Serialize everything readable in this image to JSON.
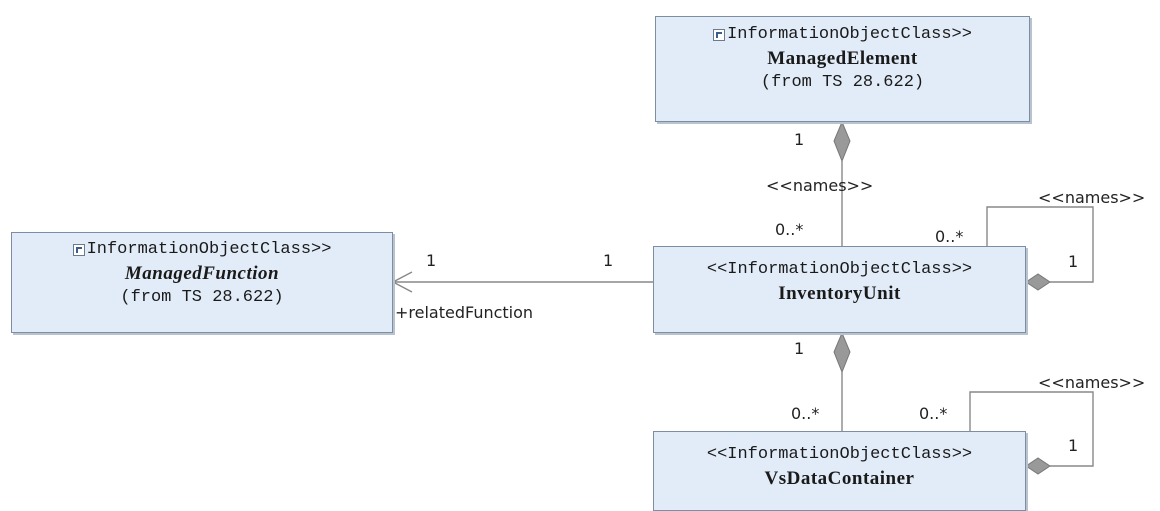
{
  "classes": {
    "managed_element": {
      "stereotype": "InformationObjectClass>>",
      "name": "ManagedElement",
      "from": "(from TS 28.622)"
    },
    "managed_function": {
      "stereotype": "InformationObjectClass>>",
      "name": "ManagedFunction",
      "from": "(from TS 28.622)"
    },
    "inventory_unit": {
      "stereotype": "<<InformationObjectClass>>",
      "name": "InventoryUnit"
    },
    "vs_data_container": {
      "stereotype": "<<InformationObjectClass>>",
      "name": "VsDataContainer"
    }
  },
  "labels": {
    "me_iu_top_mult": "1",
    "me_iu_names": "<<names>>",
    "me_iu_bottom_mult": "0..*",
    "iu_self_names": "<<names>>",
    "iu_self_mult_many": "0..*",
    "iu_self_mult_one": "1",
    "mf_iu_left_mult": "1",
    "mf_iu_right_mult": "1",
    "mf_iu_role": "+relatedFunction",
    "iu_vs_top_mult": "1",
    "iu_vs_bottom_mult": "0..*",
    "vs_self_names": "<<names>>",
    "vs_self_mult_many": "0..*",
    "vs_self_mult_one": "1"
  },
  "colors": {
    "class_fill": "#e2ecf8",
    "class_border": "#7d8ea2",
    "line": "#888888",
    "diamond": "#999999"
  }
}
